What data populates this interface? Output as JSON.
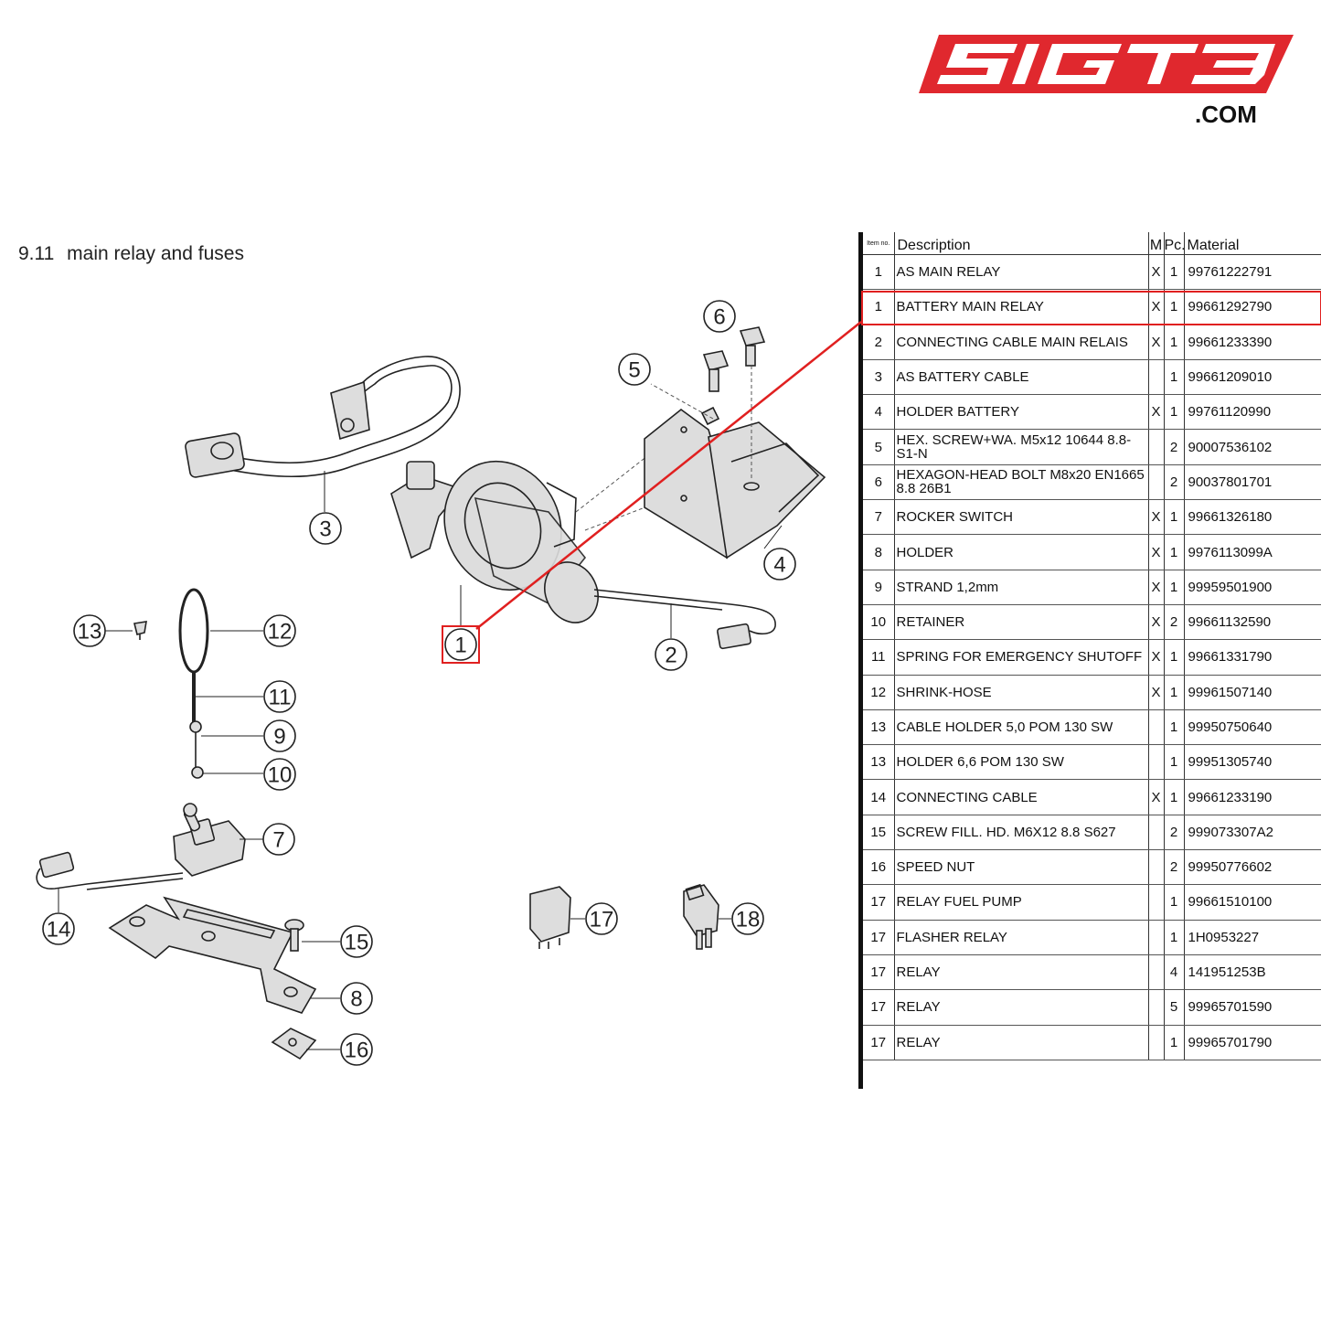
{
  "brand": {
    "logo_text": "SIGT3",
    "domain_suffix": ".COM",
    "accent_color": "#e0282e"
  },
  "section": {
    "number": "9.11",
    "title": "main relay and fuses"
  },
  "table": {
    "headers": {
      "item": "Item no.",
      "description": "Description",
      "m": "M",
      "pc": "Pc.",
      "material": "Material"
    },
    "highlight_color": "#e02020",
    "rows": [
      {
        "item": "1",
        "description": "AS MAIN RELAY",
        "m": "X",
        "pc": "1",
        "material": "99761222791"
      },
      {
        "item": "1",
        "description": "BATTERY MAIN RELAY",
        "m": "X",
        "pc": "1",
        "material": "99661292790"
      },
      {
        "item": "2",
        "description": "CONNECTING CABLE MAIN RELAIS",
        "m": "X",
        "pc": "1",
        "material": "99661233390"
      },
      {
        "item": "3",
        "description": "AS BATTERY CABLE",
        "m": "",
        "pc": "1",
        "material": "99661209010"
      },
      {
        "item": "4",
        "description": "HOLDER BATTERY",
        "m": "X",
        "pc": "1",
        "material": "99761120990"
      },
      {
        "item": "5",
        "description": "HEX. SCREW+WA. M5x12 10644 8.8-S1-N",
        "m": "",
        "pc": "2",
        "material": "90007536102"
      },
      {
        "item": "6",
        "description": "HEXAGON-HEAD BOLT M8x20 EN1665 8.8 26B1",
        "m": "",
        "pc": "2",
        "material": "90037801701"
      },
      {
        "item": "7",
        "description": "ROCKER SWITCH",
        "m": "X",
        "pc": "1",
        "material": "99661326180"
      },
      {
        "item": "8",
        "description": "HOLDER",
        "m": "X",
        "pc": "1",
        "material": "9976113099A"
      },
      {
        "item": "9",
        "description": "STRAND 1,2mm",
        "m": "X",
        "pc": "1",
        "material": "99959501900"
      },
      {
        "item": "10",
        "description": "RETAINER",
        "m": "X",
        "pc": "2",
        "material": "99661132590"
      },
      {
        "item": "11",
        "description": "SPRING FOR EMERGENCY SHUTOFF",
        "m": "X",
        "pc": "1",
        "material": "99661331790"
      },
      {
        "item": "12",
        "description": "SHRINK-HOSE",
        "m": "X",
        "pc": "1",
        "material": "99961507140"
      },
      {
        "item": "13",
        "description": "CABLE HOLDER 5,0 POM 130 SW",
        "m": "",
        "pc": "1",
        "material": "99950750640"
      },
      {
        "item": "13",
        "description": "HOLDER 6,6 POM 130 SW",
        "m": "",
        "pc": "1",
        "material": "99951305740"
      },
      {
        "item": "14",
        "description": "CONNECTING CABLE",
        "m": "X",
        "pc": "1",
        "material": "99661233190"
      },
      {
        "item": "15",
        "description": "SCREW FILL. HD. M6X12 8.8 S627",
        "m": "",
        "pc": "2",
        "material": "999073307A2"
      },
      {
        "item": "16",
        "description": "SPEED NUT",
        "m": "",
        "pc": "2",
        "material": "99950776602"
      },
      {
        "item": "17",
        "description": "RELAY FUEL PUMP",
        "m": "",
        "pc": "1",
        "material": "99661510100"
      },
      {
        "item": "17",
        "description": "FLASHER RELAY",
        "m": "",
        "pc": "1",
        "material": "1H0953227"
      },
      {
        "item": "17",
        "description": "RELAY",
        "m": "",
        "pc": "4",
        "material": "141951253B"
      },
      {
        "item": "17",
        "description": "RELAY",
        "m": "",
        "pc": "5",
        "material": "99965701590"
      },
      {
        "item": "17",
        "description": "RELAY",
        "m": "",
        "pc": "1",
        "material": "99965701790"
      }
    ]
  },
  "callouts": [
    "1",
    "2",
    "3",
    "4",
    "5",
    "6",
    "7",
    "8",
    "9",
    "10",
    "11",
    "12",
    "13",
    "14",
    "15",
    "16",
    "17",
    "18"
  ]
}
